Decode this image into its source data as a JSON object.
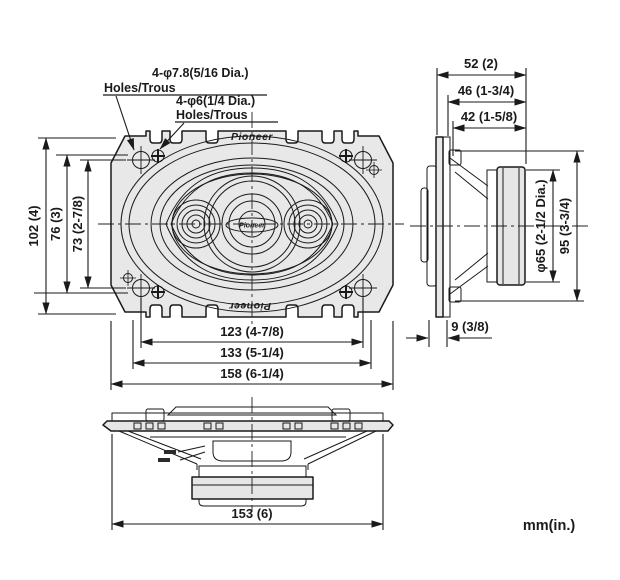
{
  "drawing": {
    "brand": "Pioneer",
    "units_note": "mm(in.)",
    "callouts": {
      "large_holes_line1": "4-φ7.8(5/16 Dia.)",
      "large_holes_line2": "Holes/Trous",
      "small_holes_line1": "4-φ6(1/4 Dia.)",
      "small_holes_line2": "Holes/Trous"
    },
    "front_view": {
      "dim_labels": {
        "overall_height": "102 (4)",
        "oval_height": "76 (3)",
        "hole_pitch_height": "73 (2-7/8)",
        "hole_pitch_width": "123 (4-7/8)",
        "cutout_width": "133 (5-1/4)",
        "overall_width": "158 (6-1/4)"
      }
    },
    "side_view": {
      "dim_labels": {
        "overall_depth": "52 (2)",
        "mounting_depth": "46 (1-3/4)",
        "magnet_depth": "42 (1-5/8)",
        "magnet_diameter": "φ65 (2-1/2 Dia.)",
        "basket_height": "95 (3-3/4)",
        "flange_thickness": "9 (3/8)"
      }
    },
    "bottom_view": {
      "dim_labels": {
        "frame_width": "153 (6)"
      }
    },
    "colors": {
      "ink": "#1a1a1a",
      "background": "#ffffff",
      "fill_light": "#ececec",
      "fill_mid": "#e2e2e2"
    }
  }
}
